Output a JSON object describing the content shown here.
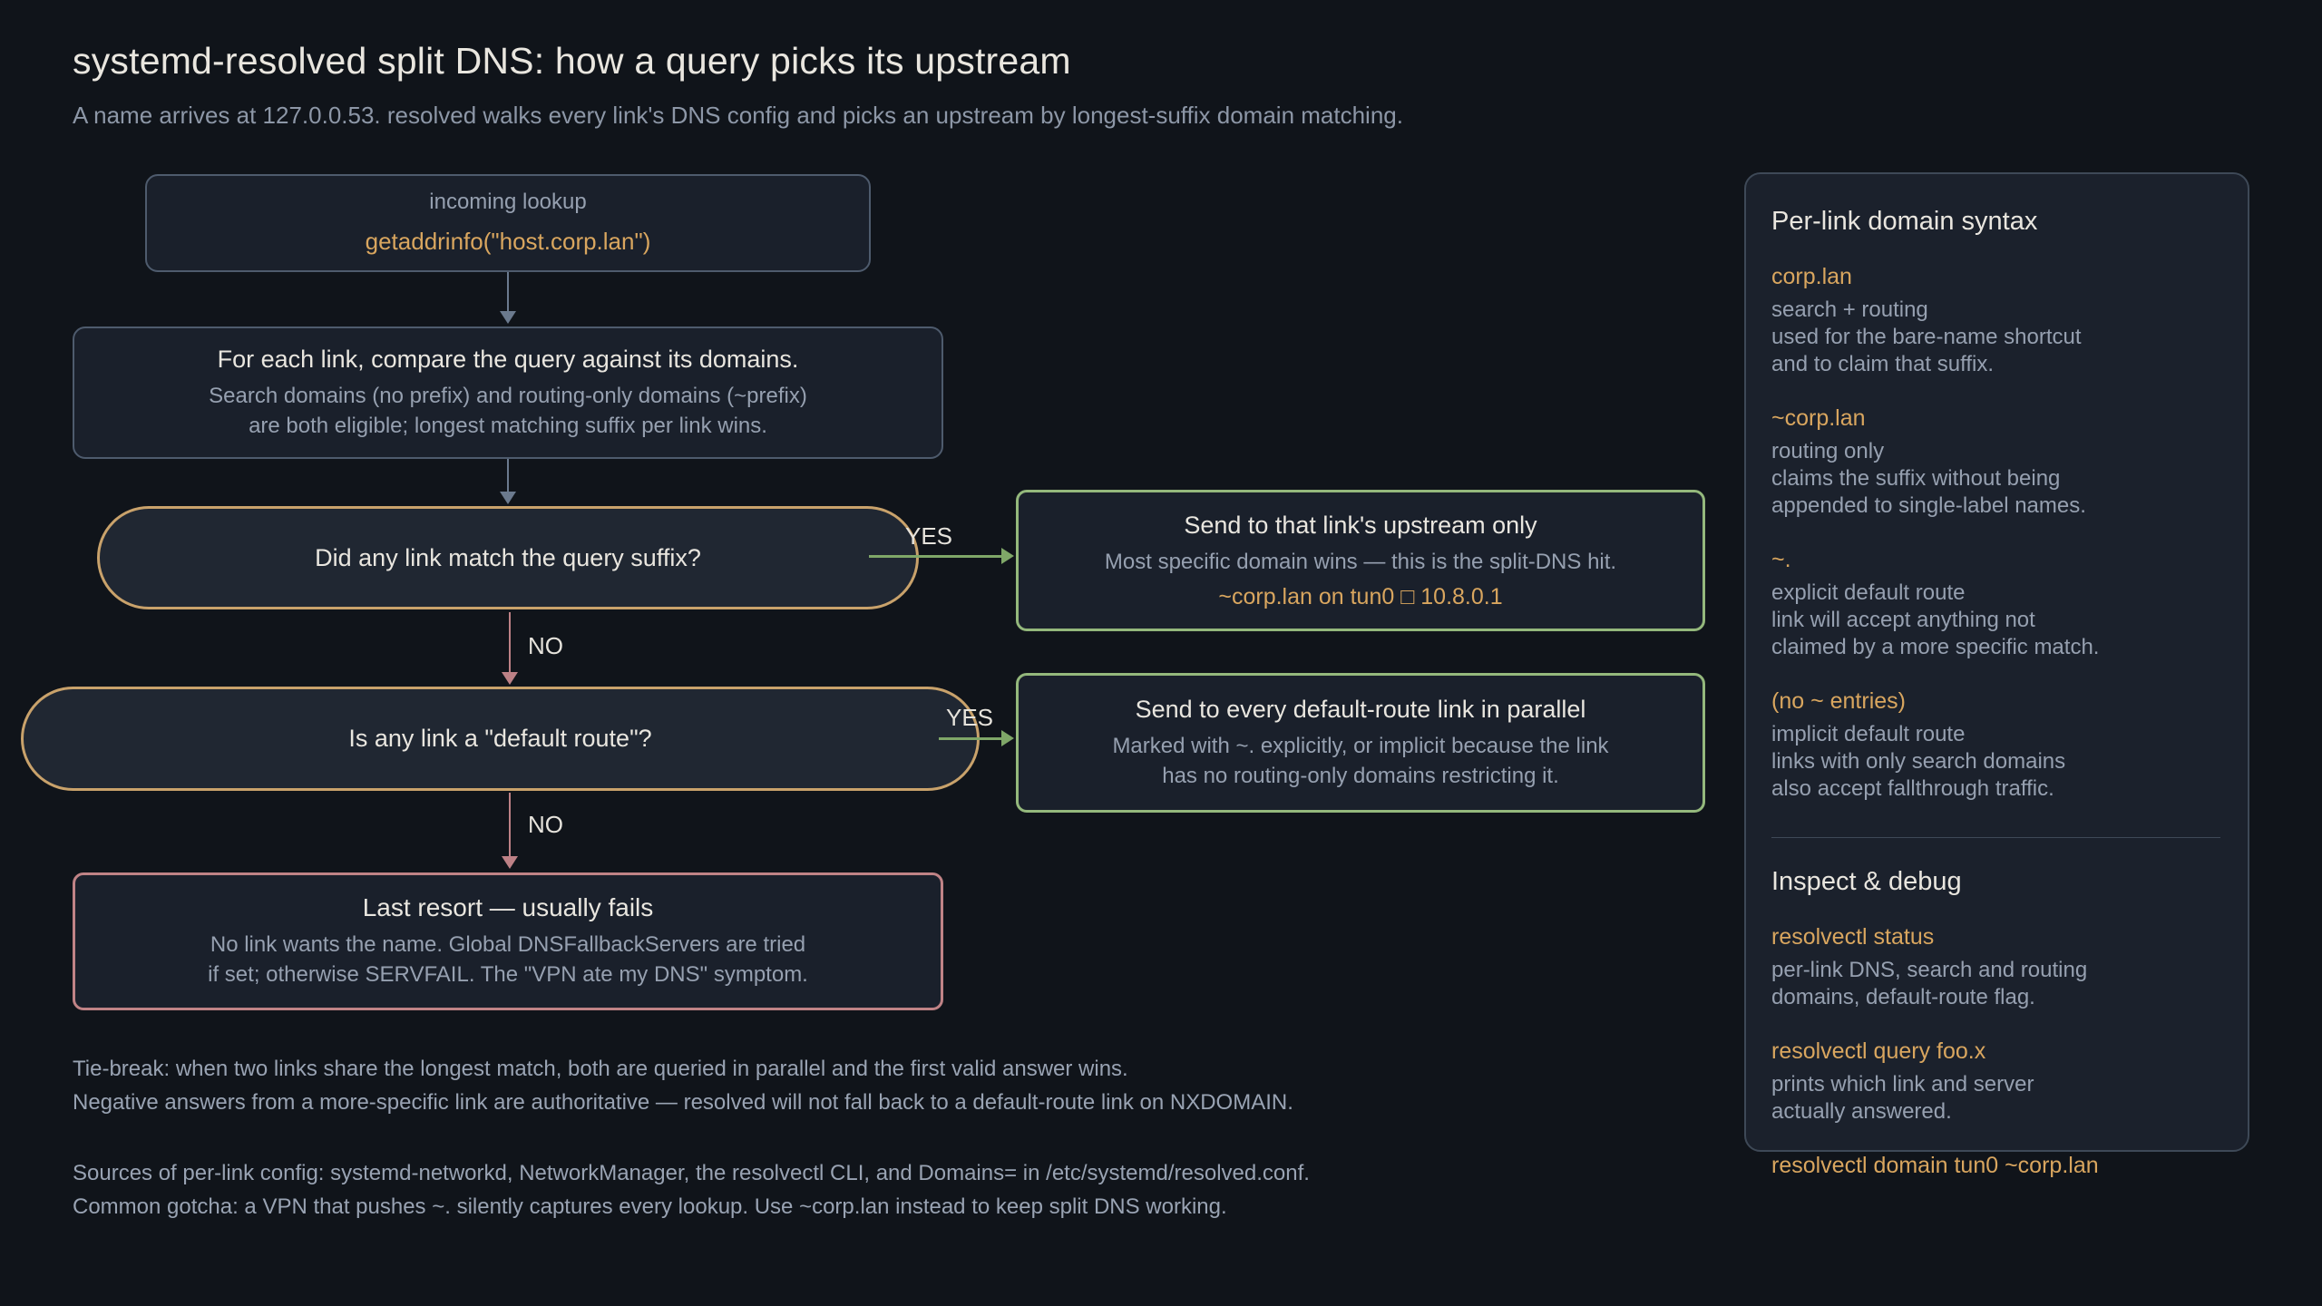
{
  "page": {
    "title": "systemd-resolved split DNS: how a query picks its upstream",
    "subtitle": "A name arrives at 127.0.0.53. resolved walks every link's DNS config and picks an upstream by longest-suffix domain matching."
  },
  "flow": {
    "incoming": {
      "label": "incoming lookup",
      "code": "getaddrinfo(\"host.corp.lan\")"
    },
    "compare": {
      "title": "For each link, compare the query against its domains.",
      "line1": "Search domains (no prefix) and routing-only domains (~prefix)",
      "line2": "are both eligible; longest matching suffix per link wins."
    },
    "decision_match": {
      "question": "Did any link match the query suffix?",
      "yes_label": "YES",
      "no_label": "NO"
    },
    "result_match": {
      "title": "Send to that link's upstream only",
      "subtitle": "Most specific domain wins — this is the split-DNS hit.",
      "code": "~corp.lan on tun0 □ 10.8.0.1"
    },
    "decision_default": {
      "question": "Is any link a \"default route\"?",
      "yes_label": "YES",
      "no_label": "NO"
    },
    "result_default": {
      "title": "Send to every default-route link in parallel",
      "line1": "Marked with ~. explicitly, or implicit because the link",
      "line2": "has no routing-only domains restricting it."
    },
    "last_resort": {
      "title": "Last resort — usually fails",
      "line1": "No link wants the name. Global DNSFallbackServers are tried",
      "line2": "if set; otherwise SERVFAIL. The \"VPN ate my DNS\" symptom."
    }
  },
  "notes": {
    "lines": [
      "Tie-break: when two links share the longest match, both are queried in parallel and the first valid answer wins.",
      "Negative answers from a more-specific link are authoritative — resolved will not fall back to a default-route link on NXDOMAIN.",
      "Sources of per-link config: systemd-networkd, NetworkManager, the resolvectl CLI, and Domains= in /etc/systemd/resolved.conf.",
      "Common gotcha: a VPN that pushes ~. silently captures every lookup. Use ~corp.lan instead to keep split DNS working."
    ]
  },
  "sidebar": {
    "syntax_title": "Per-link domain syntax",
    "entries": [
      {
        "term": "corp.lan",
        "desc": [
          "search + routing",
          "used for the bare-name shortcut",
          "and to claim that suffix."
        ]
      },
      {
        "term": "~corp.lan",
        "desc": [
          "routing only",
          "claims the suffix without being",
          "appended to single-label names."
        ]
      },
      {
        "term": "~.",
        "desc": [
          "explicit default route",
          "link will accept anything not",
          "claimed by a more specific match."
        ]
      },
      {
        "term": "(no ~ entries)",
        "desc": [
          "implicit default route",
          "links with only search domains",
          "also accept fallthrough traffic."
        ]
      }
    ],
    "debug_title": "Inspect & debug",
    "debug_entries": [
      {
        "term": "resolvectl status",
        "desc": [
          "per-link DNS, search and routing",
          "domains, default-route flag."
        ]
      },
      {
        "term": "resolvectl query foo.x",
        "desc": [
          "prints which link and server",
          "actually answered."
        ]
      },
      {
        "term": "resolvectl domain tun0 ~corp.lan",
        "desc": []
      }
    ]
  },
  "colors": {
    "background": "#10141a",
    "node_fill": "#1a202b",
    "slate_border": "#4e5b6d",
    "gold_border": "#c9a26b",
    "green_border": "#94b87c",
    "pink_border": "#c08386",
    "orange_text": "#d9a65f",
    "white_text": "#e9e6df",
    "gray_text": "#96a0b0",
    "green_arrow": "#7fa768",
    "pink_arrow": "#bd8186",
    "slate_arrow": "#6b7a8e"
  }
}
